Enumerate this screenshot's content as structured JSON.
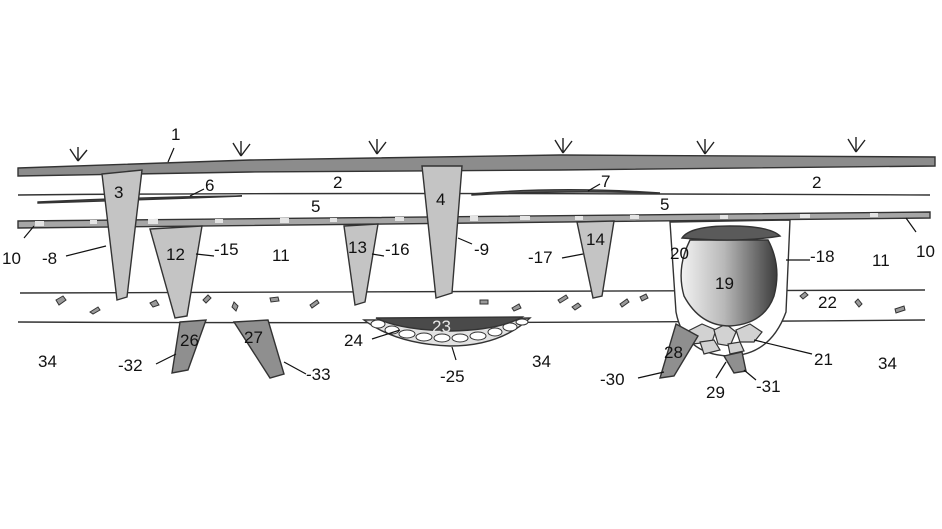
{
  "colors": {
    "background": "#ffffff",
    "surface_layer": "#8c8c8c",
    "wood_layer": "#8a8a8a",
    "mixed_layer": "#a6a6a6",
    "feature_fill": "#c4c4c4",
    "lower_feature_fill": "#8f8f8f",
    "pit_fill": "#4a4a4a",
    "outline": "#333333",
    "label_text": "#111111"
  },
  "labels": {
    "l1": "1",
    "l2a": "2",
    "l2b": "2",
    "l3": "3",
    "l4": "4",
    "l5a": "5",
    "l5b": "5",
    "l6": "6",
    "l7": "7",
    "l8": "-8",
    "l9": "-9",
    "l10a": "10",
    "l10b": "10",
    "l11a": "11",
    "l11b": "11",
    "l12": "12",
    "l13": "13",
    "l14": "14",
    "l15": "-15",
    "l16": "-16",
    "l17": "-17",
    "l18": "-18",
    "l19": "19",
    "l20": "20",
    "l21": "21",
    "l22": "22",
    "l23": "23",
    "l24": "24",
    "l25": "-25",
    "l26": "26",
    "l27": "27",
    "l28": "28",
    "l29": "29",
    "l30": "-30",
    "l31": "-31",
    "l32": "-32",
    "l33": "-33",
    "l34a": "34",
    "l34b": "34",
    "l34c": "34"
  }
}
